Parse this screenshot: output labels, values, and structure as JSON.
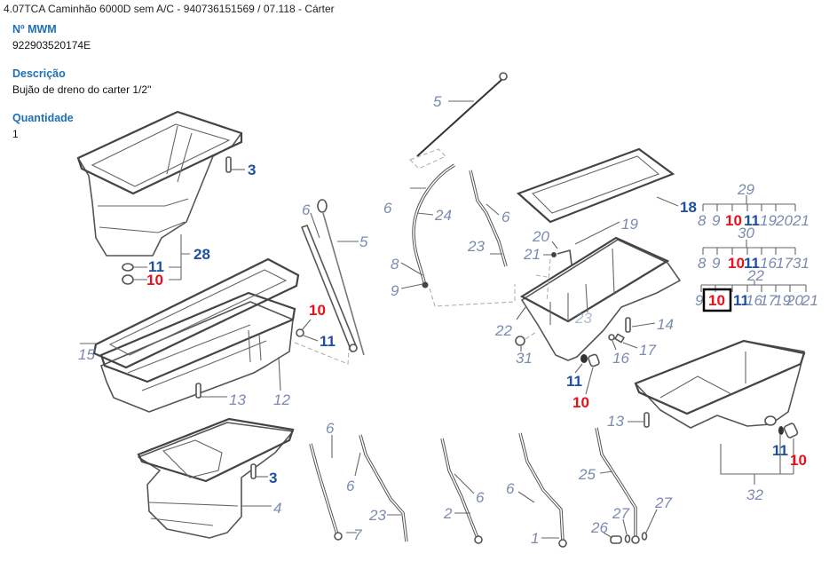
{
  "header": {
    "title": "4.07TCA Caminhão 6000D sem A/C - 940736151569  /  07.118 - Cárter"
  },
  "details": {
    "part_number_label": "Nº MWM",
    "part_number_value": "922903520174E",
    "description_label": "Descrição",
    "description_value": "Bujão de dreno do carter 1/2\"",
    "quantity_label": "Quantidade",
    "quantity_value": "1"
  },
  "colors": {
    "label_blue": "#1f6fb5",
    "callout_blue": "#1f4fa0",
    "callout_red": "#e8101a",
    "callout_gray": "#7a8bb0"
  },
  "diagram": {
    "selected_part": "10",
    "callouts": {
      "c3a": "3",
      "c28": "28",
      "c11a": "11",
      "c10a": "10",
      "c15": "15",
      "c13a": "13",
      "c12": "12",
      "c10b": "10",
      "c11b": "11",
      "c6a": "6",
      "c5a": "5",
      "c5b": "5",
      "c6b": "6",
      "c24": "24",
      "c8": "8",
      "c9": "9",
      "c23a": "23",
      "c6c": "6",
      "c18": "18",
      "c19": "19",
      "c20": "20",
      "c21": "21",
      "c22": "22",
      "c31": "31",
      "c14": "14",
      "c17": "17",
      "c16": "16",
      "c11c": "11",
      "c10c": "10",
      "c13b": "13",
      "c11d": "11",
      "c10d": "10",
      "c32": "32",
      "c3b": "3",
      "c4": "4",
      "c6d": "6",
      "c6e": "6",
      "c7": "7",
      "c23b": "23",
      "c2": "2",
      "c6f": "6",
      "c6g": "6",
      "c1": "1",
      "c25": "25",
      "c26": "26",
      "c27a": "27",
      "c27b": "27"
    },
    "kit_29": {
      "label": "29",
      "items": [
        "8",
        "9",
        "10",
        "11",
        "19",
        "20",
        "21"
      ]
    },
    "kit_30": {
      "label": "30",
      "items": [
        "8",
        "9",
        "10",
        "11",
        "16",
        "17",
        "31"
      ]
    },
    "kit_22": {
      "label": "22",
      "items": [
        "9",
        "10",
        "11",
        "16",
        "17",
        "19",
        "20",
        "21"
      ]
    }
  }
}
